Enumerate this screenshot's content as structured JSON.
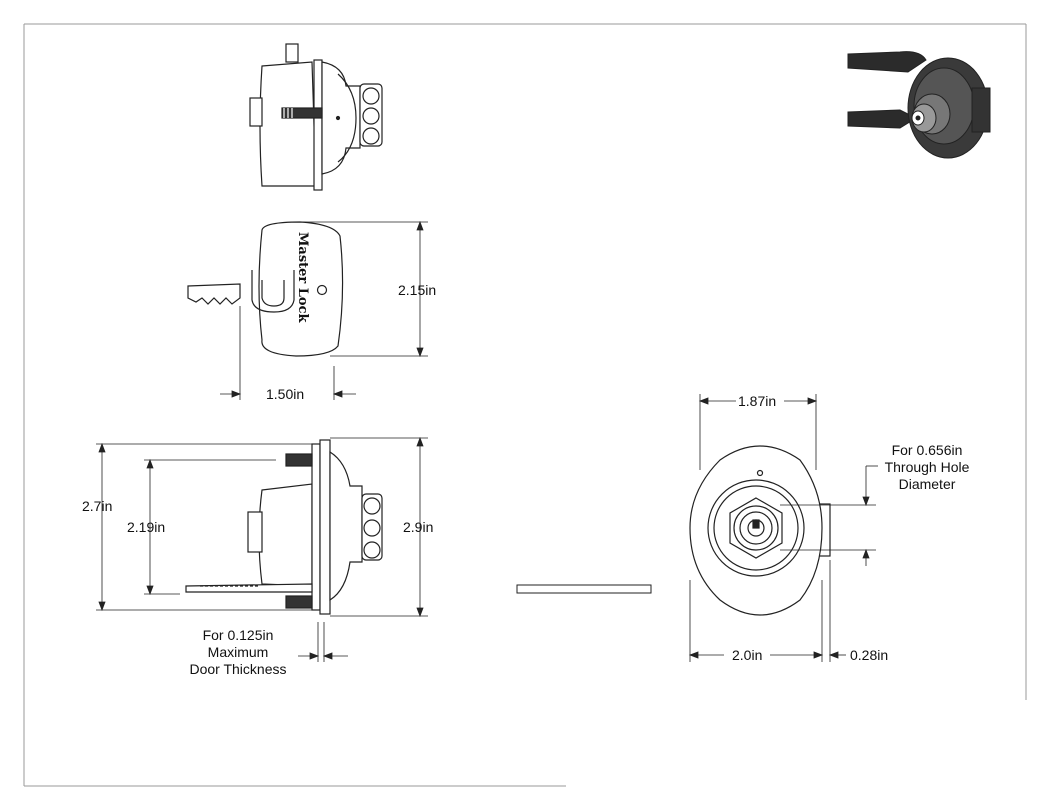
{
  "dimensions": {
    "key_height": "2.15in",
    "key_width": "1.50in",
    "side_inner_height": "2.7in",
    "side_stud_spacing": "2.19in",
    "side_overall_height": "2.9in",
    "front_outer_width": "1.87in",
    "front_body_width": "2.0in",
    "front_cam_offset": "0.28in"
  },
  "notes": {
    "door_thickness": [
      "For 0.125in",
      "Maximum",
      "Door Thickness"
    ],
    "through_hole": [
      "For 0.656in",
      "Through Hole",
      "Diameter"
    ]
  },
  "brand_text": "Master Lock",
  "colors": {
    "line": "#222222",
    "frame": "#9a9a9a",
    "fill": "#ffffff",
    "dark": "#2b2b2b"
  }
}
